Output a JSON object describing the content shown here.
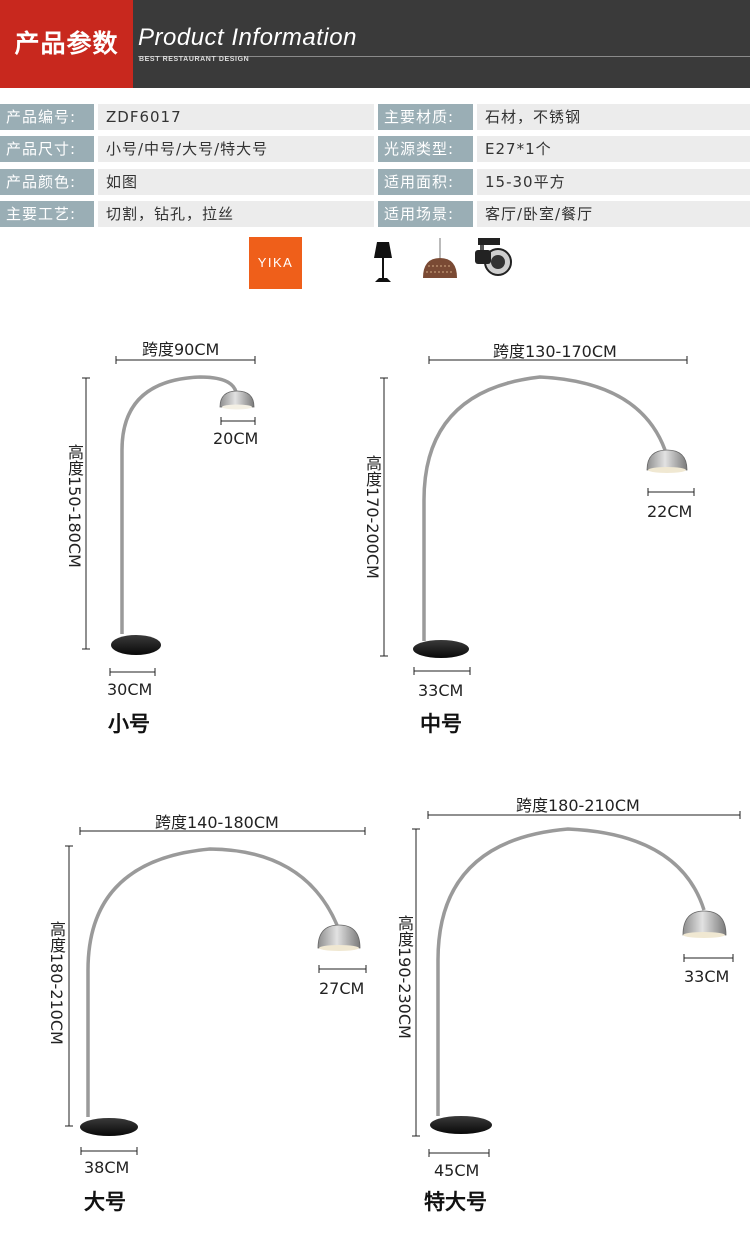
{
  "header": {
    "title_cn": "产品参数",
    "title_en": "Product Information",
    "subtitle": "BEST RESTAURANT DESIGN"
  },
  "specs": [
    {
      "label": "产品编号:",
      "value": "ZDF6017",
      "label2": "主要材质:",
      "value2": "石材，不锈钢"
    },
    {
      "label": "产品尺寸:",
      "value": "小号/中号/大号/特大号",
      "label2": "光源类型:",
      "value2": "E27*1个"
    },
    {
      "label": "产品颜色:",
      "value": "如图",
      "label2": "适用面积:",
      "value2": "15-30平方"
    },
    {
      "label": "主要工艺:",
      "value": "切割，钻孔，拉丝",
      "label2": "适用场景:",
      "value2": "客厅/卧室/餐厅"
    }
  ],
  "brand": {
    "logo_text": "YIKA"
  },
  "icons": [
    "table-lamp-icon",
    "pendant-lamp-icon",
    "spotlight-icon"
  ],
  "lamps": [
    {
      "name": "小号",
      "span": "跨度90CM",
      "height": "高度150-180CM",
      "shade": "20CM",
      "base": "30CM"
    },
    {
      "name": "中号",
      "span": "跨度130-170CM",
      "height": "高度170-200CM",
      "shade": "22CM",
      "base": "33CM"
    },
    {
      "name": "大号",
      "span": "跨度140-180CM",
      "height": "高度180-210CM",
      "shade": "27CM",
      "base": "38CM"
    },
    {
      "name": "特大号",
      "span": "跨度180-210CM",
      "height": "高度190-230CM",
      "shade": "33CM",
      "base": "45CM"
    }
  ],
  "colors": {
    "header_bg": "#3a3a3a",
    "accent_red": "#c8281e",
    "label_bg": "#9aaeb5",
    "value_bg": "#ececec",
    "logo_orange": "#ef5f1a"
  }
}
